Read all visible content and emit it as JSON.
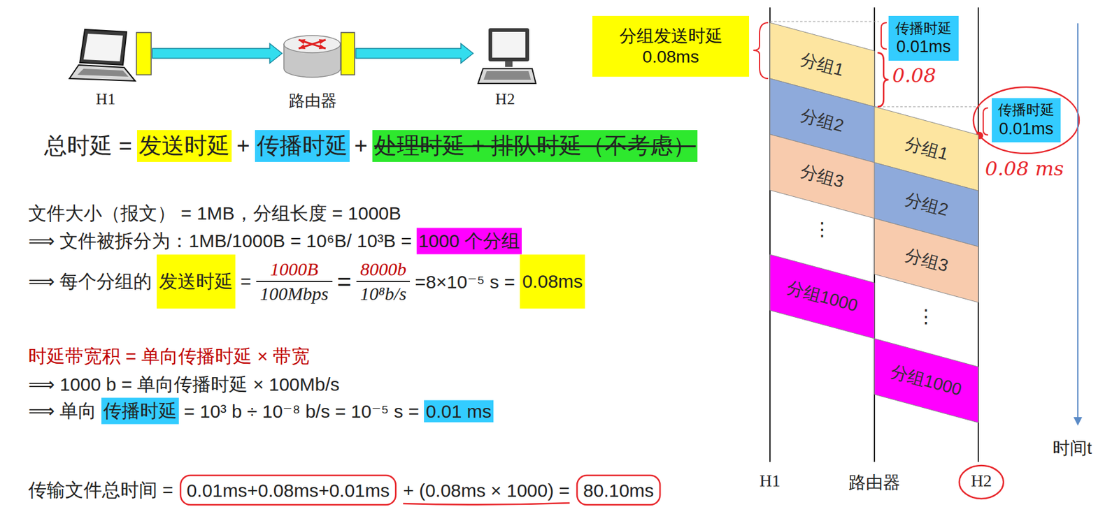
{
  "diagram": {
    "nodes": [
      {
        "text": [
          "H1"
        ]
      },
      {
        "text": [
          "路由器"
        ]
      },
      {
        "text": [
          "H2"
        ]
      },
      {
        "text": [
          "分组发送时延",
          "0.08ms"
        ]
      },
      {
        "text": [
          "传播时延",
          "0.01ms"
        ]
      },
      {
        "text": [
          "分组1"
        ]
      },
      {
        "text": [
          "分组2"
        ]
      },
      {
        "text": [
          "分组3"
        ]
      },
      {
        "text": [
          "分组1000"
        ]
      },
      {
        "text": [
          "传播时延",
          "0.01ms"
        ]
      },
      {
        "text": [
          "分组1"
        ]
      },
      {
        "text": [
          "分组2"
        ]
      },
      {
        "text": [
          "分组3"
        ]
      },
      {
        "text": [
          "分组1000"
        ]
      }
    ],
    "edges": [
      {
        "from": 0,
        "to": 1,
        "arrow": "to"
      },
      {
        "from": 1,
        "to": 2,
        "arrow": "to"
      }
    ],
    "labels": [
      "总时延 =",
      "发送时延",
      "+",
      "传播时延",
      "+",
      "处理时延 + 排队时延（不考虑）",
      "文件大小（报文） = 1MB，分组长度 = 1000B",
      "⟹ 文件被拆分为：1MB/1000B = 10⁶B/ 10³B =",
      "1000 个分组",
      "⟹ 每个分组的",
      "发送时延",
      "=",
      "1000B",
      "100Mbps",
      "=",
      "8000b",
      "10⁸b/s",
      "=8×10⁻⁵ s =",
      "0.08ms",
      "时延带宽积 = 单向传播时延 × 带宽",
      "⟹ 1000 b = 单向传播时延 × 100Mb/s",
      "⟹ 单向",
      "传播时延",
      "= 10³ b ÷ 10⁻⁸ b/s = 10⁻⁵ s =",
      "0.01 ms",
      "传输文件总时间 =",
      "0.01ms+0.08ms+0.01ms",
      "+ (0.08ms × 1000) =",
      "80.10ms",
      "0.08",
      "0.08 ms",
      "⋮",
      "⋮",
      "H1",
      "路由器",
      "H2",
      "时间t"
    ]
  }
}
